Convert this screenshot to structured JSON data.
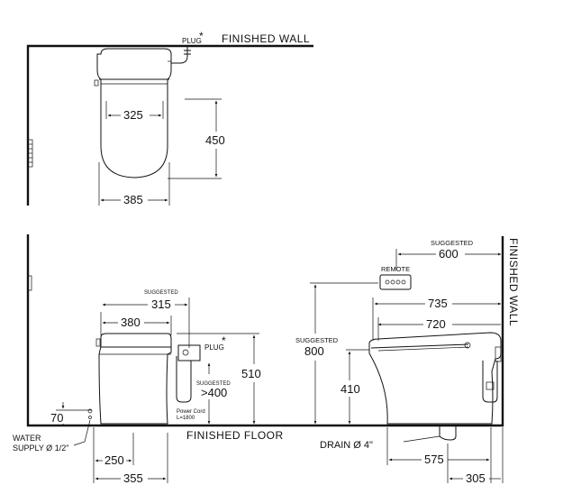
{
  "top_view": {
    "wall_label": "FINISHED  WALL",
    "plug_label": "PLUG",
    "asterisk": "*",
    "dim_325": "325",
    "dim_450": "450",
    "dim_385": "385"
  },
  "side_view": {
    "suggested_1": "SUGGESTED",
    "dim_315": "315",
    "dim_380": "380",
    "plug_label": "PLUG",
    "asterisk": "*",
    "suggested_2": "SUGGESTED",
    "dim_gt400": ">400",
    "power_cord_1": "Power  Cord",
    "power_cord_2": "L=1800",
    "dim_510": "510",
    "dim_70": "70",
    "water_supply_1": "WATER",
    "water_supply_2": "SUPPLY Ø 1/2\"",
    "floor_label": "FINISHED  FLOOR",
    "dim_250": "250",
    "dim_355": "355"
  },
  "front_view": {
    "suggested_600": "SUGGESTED",
    "dim_600": "600",
    "remote_label": "REMOTE",
    "wall_label": "FINISHED  WALL",
    "dim_735": "735",
    "dim_720": "720",
    "suggested_800_1": "SUGGESTED",
    "dim_800": "800",
    "dim_410": "410",
    "drain_label": "DRAIN Ø 4\"",
    "dim_575": "575",
    "dim_305": "305"
  }
}
